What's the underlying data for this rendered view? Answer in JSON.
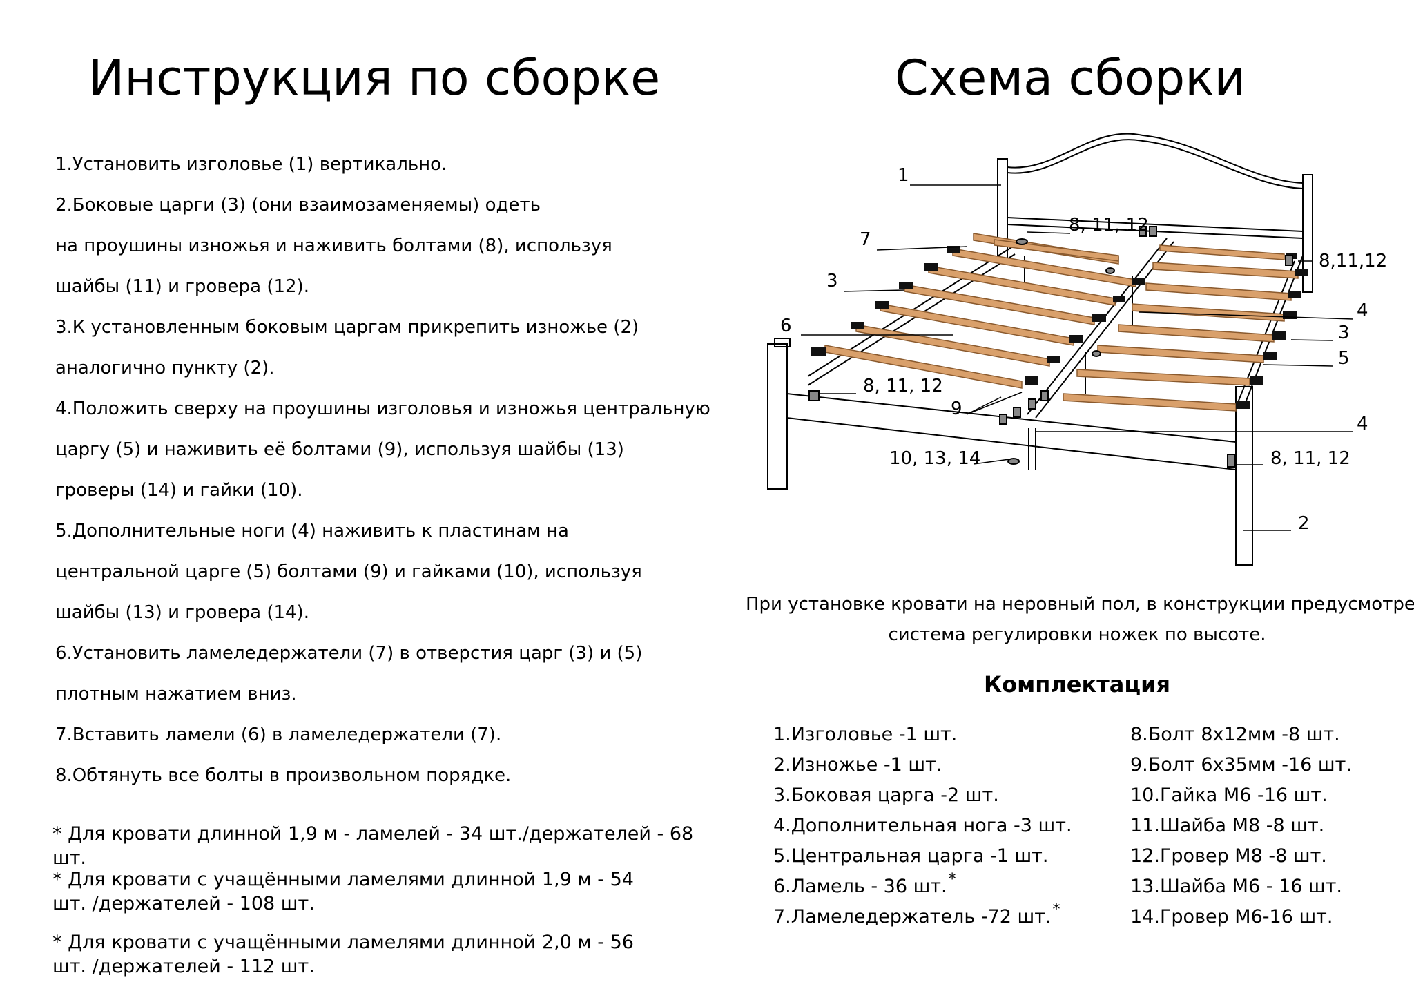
{
  "left": {
    "title": "Инструкция по сборке",
    "steps": [
      "1.Установить изголовье (1) вертикально.",
      "2.Боковые царги (3) (они взаимозаменяемы) одеть",
      "на проушины изножья и наживить болтами (8), используя",
      "шайбы (11) и гровера (12).",
      "3.К установленным боковым царгам прикрепить изножье (2)",
      "аналогично пункту (2).",
      "4.Положить сверху на проушины изголовья и изножья центральную",
      "царгу (5) и наживить её болтами (9), используя шайбы (13)",
      "гроверы (14) и гайки (10).",
      "5.Дополнительные ноги (4) наживить к пластинам на",
      "центральной царге (5) болтами (9) и гайками (10), используя",
      "шайбы (13) и гровера (14).",
      "6.Установить ламеледержатели (7) в отверстия царг (3) и (5)",
      "плотным нажатием вниз.",
      "7.Вставить ламели (6) в ламеледержатели (7).",
      "8.Обтянуть все болты в произвольном порядке."
    ],
    "notes": [
      "* Для кровати длинной 1,9 м - ламелей - 34 шт./держателей - 68 шт.",
      "* Для кровати с учащёнными ламелями длинной 1,9 м - 54 шт. /держателей - 108 шт.",
      "* Для кровати с учащёнными ламелями длинной 2,0 м - 56 шт. /держателей - 112 шт."
    ]
  },
  "right": {
    "title": "Схема сборки",
    "diagram_labels": {
      "l1": "1",
      "l7": "7",
      "l3a": "3",
      "l6": "6",
      "l8a": "8, 11, 12",
      "l8b": "8,11,12",
      "l4a": "4",
      "l3b": "3",
      "l5": "5",
      "l8c": "8, 11, 12",
      "l9": "9",
      "l4b": "4",
      "l10": "10, 13, 14",
      "l8d": "8, 11, 12",
      "l2": "2"
    },
    "note_line1": "При установке кровати на неровный пол, в конструкции предусмотрена",
    "note_line2": "система регулировки ножек по высоте.",
    "kit_title": "Комплектация",
    "kit_left": [
      "1.Изголовье -1 шт.",
      "2.Изножье -1 шт.",
      "3.Боковая царга -2 шт.",
      "4.Дополнительная нога -3 шт.",
      "5.Центральная царга -1 шт.",
      "6.Ламель - 36 шт.",
      "7.Ламеледержатель -72 шт."
    ],
    "kit_left_asterisk": "*",
    "kit_right": [
      "8.Болт 8х12мм -8 шт.",
      "9.Болт 6х35мм -16 шт.",
      "10.Гайка М6 -16 шт.",
      "11.Шайба М8 -8 шт.",
      "12.Гровер М8 -8 шт.",
      "13.Шайба М6 - 16 шт.",
      "14.Гровер М6-16 шт."
    ]
  },
  "colors": {
    "slat": "#d9a06b",
    "slat_stroke": "#8a5a2e",
    "holder": "#111111"
  }
}
